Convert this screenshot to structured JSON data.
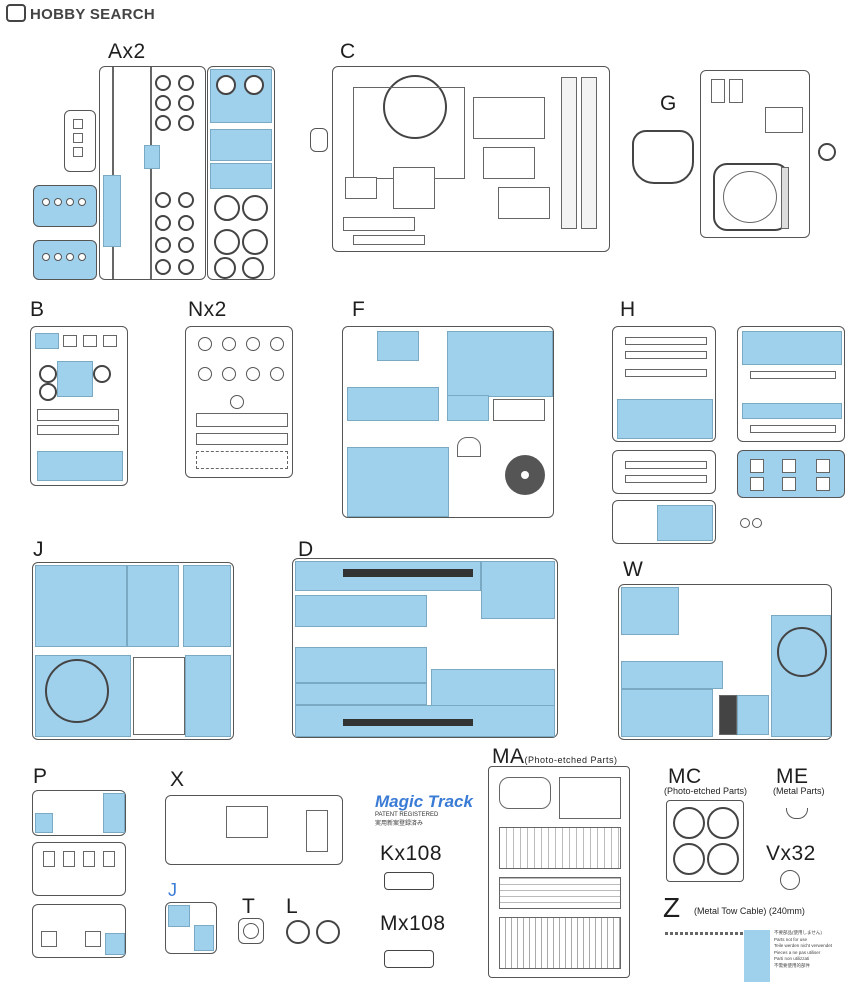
{
  "header": {
    "brand": "HOBBY SEARCH"
  },
  "sprues": {
    "A": "Ax2",
    "C": "C",
    "G": "G",
    "B": "B",
    "N": "Nx2",
    "F": "F",
    "H": "H",
    "J": "J",
    "D": "D",
    "W": "W",
    "P": "P",
    "X": "X",
    "J2": "J",
    "T": "T",
    "L": "L",
    "MA": "MA",
    "MA_sub": "(Photo-etched Parts)",
    "MC": "MC",
    "MC_sub": "(Photo-etched Parts)",
    "ME": "ME",
    "ME_sub": "(Metal Parts)",
    "V": "Vx32",
    "Z": "Z",
    "Z_sub": "(Metal Tow Cable) (240mm)",
    "K": "Kx108",
    "M": "Mx108"
  },
  "magic_track": {
    "logo": "Magic Track",
    "patent": "PATENT REGISTERED",
    "patent_cn": "実用新案登録済み"
  },
  "legend": {
    "lines": [
      "不要部品(使用しません)",
      "Parts not for use",
      "Teile werden nicht verwendet",
      "Pieces a ne pas utiliser",
      "Parti non utilizzati",
      "不需要使用的部件"
    ]
  },
  "colors": {
    "unused_parts": "#9fd0ec",
    "label_blue": "#3a7bd5"
  }
}
